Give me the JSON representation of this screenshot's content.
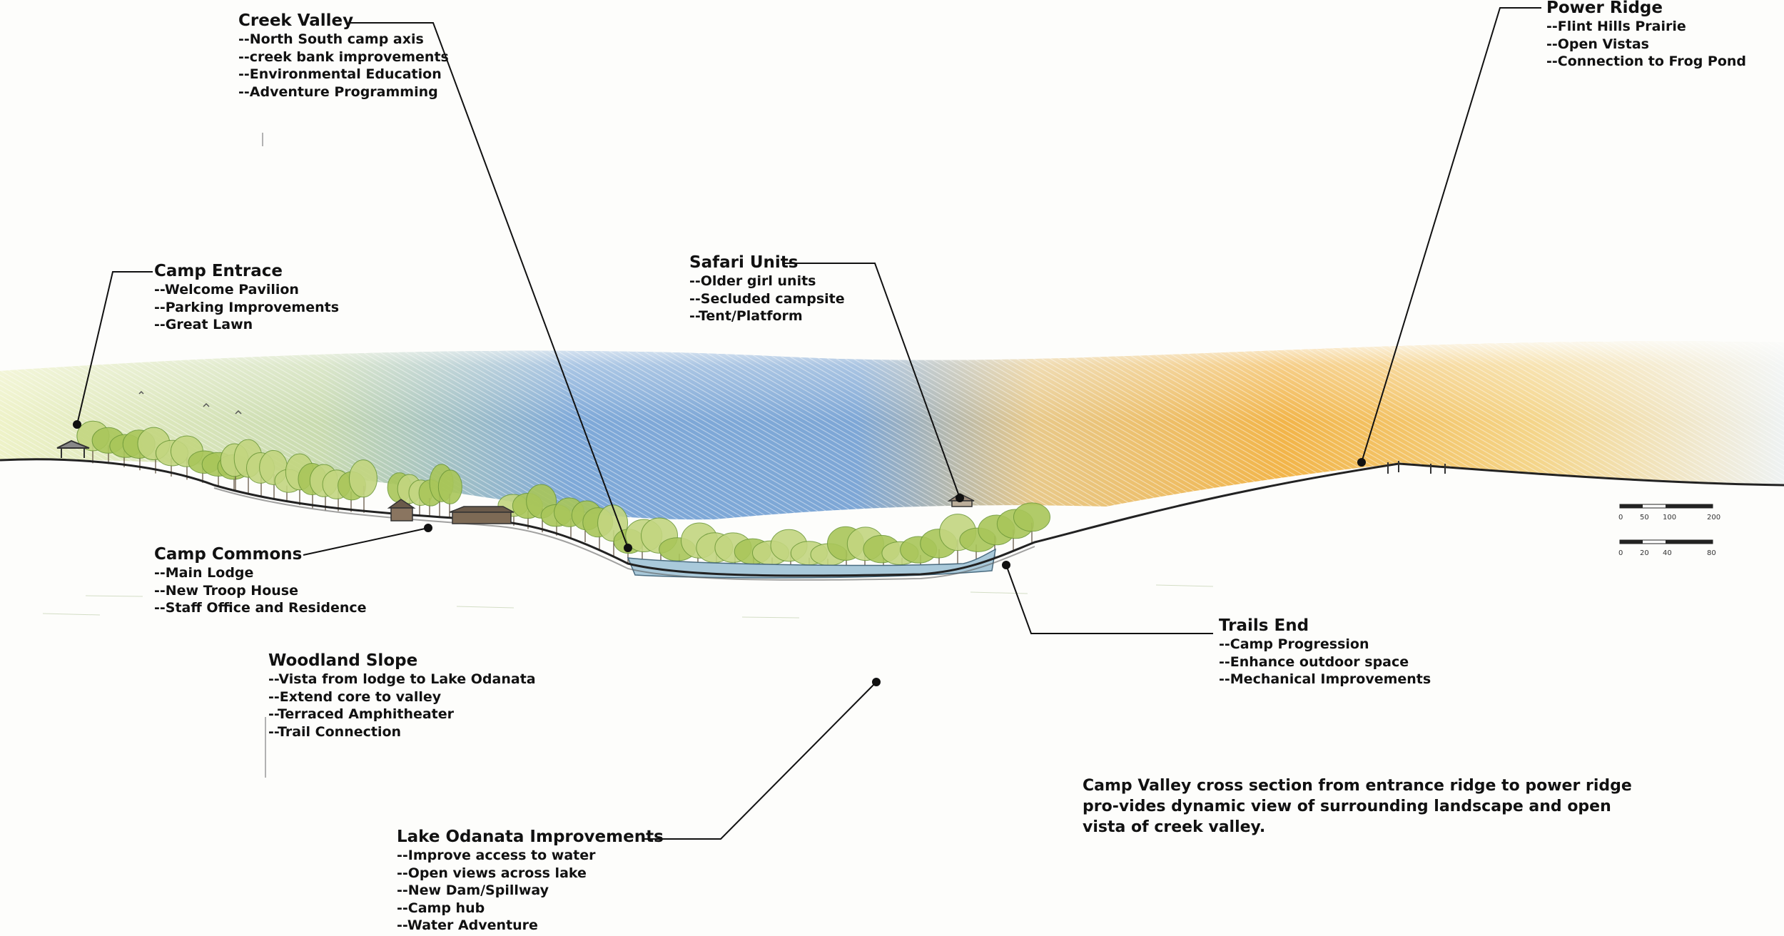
{
  "callouts": {
    "creek_valley": {
      "title": "Creek Valley",
      "items": [
        "--North South camp axis",
        "--creek bank improvements",
        "--Environmental Education",
        "--Adventure Programming"
      ]
    },
    "power_ridge": {
      "title": "Power Ridge",
      "items": [
        "--Flint Hills Prairie",
        "--Open Vistas",
        "--Connection to Frog Pond"
      ]
    },
    "camp_entrance": {
      "title": "Camp Entrace",
      "items": [
        "--Welcome Pavilion",
        "--Parking Improvements",
        "--Great Lawn"
      ]
    },
    "safari_units": {
      "title": "Safari Units",
      "items": [
        "--Older girl units",
        "--Secluded campsite",
        "--Tent/Platform"
      ]
    },
    "camp_commons": {
      "title": "Camp Commons",
      "items": [
        "--Main Lodge",
        "--New Troop House",
        "--Staff Office and Residence"
      ]
    },
    "trails_end": {
      "title": "Trails End",
      "items": [
        "--Camp Progression",
        "--Enhance outdoor space",
        "--Mechanical Improvements"
      ]
    },
    "woodland_slope": {
      "title": "Woodland Slope",
      "items": [
        "--Vista from lodge to Lake Odanata",
        "--Extend core to valley",
        "--Terraced Amphitheater",
        "--Trail Connection"
      ]
    },
    "lake_odanata": {
      "title": "Lake Odanata Improvements",
      "items": [
        "--Improve access to water",
        "--Open views across lake",
        "--New Dam/Spillway",
        "--Camp hub",
        "--Water Adventure"
      ]
    }
  },
  "caption": "Camp Valley cross section from entrance ridge to power ridge pro-vides dynamic view of surrounding landscape and open vista of creek valley.",
  "scale_bars": {
    "upper": [
      "0",
      "50",
      "100",
      "200"
    ],
    "lower": [
      "0",
      "20",
      "40",
      "80"
    ]
  },
  "colors": {
    "sky_blue": "#8fb4dc",
    "sky_yellow": "#f0d98a",
    "sky_orange": "#f2b24a",
    "tree_green": "#a9c65a",
    "tree_dark": "#6f9a3a",
    "water": "#a7c8d8",
    "ink": "#111111"
  }
}
